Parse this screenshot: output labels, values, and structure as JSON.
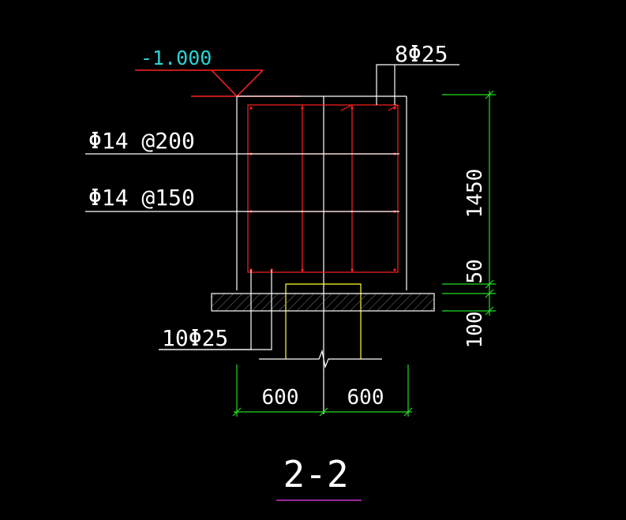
{
  "drawing": {
    "section_title": "2-2",
    "elevation_label": "-1.000",
    "top_rebar_label": "8Φ25",
    "stirrup_label_1": "Φ14 @200",
    "stirrup_label_2": "Φ14 @150",
    "bottom_rebar_label": "10Φ25",
    "dim_height_main": "1450",
    "dim_height_cover": "50",
    "dim_height_bed": "100",
    "dim_width_left": "600",
    "dim_width_right": "600"
  },
  "colors": {
    "background": "#000000",
    "concrete_outline": "#ffffff",
    "rebar": "#ff2020",
    "column": "#ffff33",
    "dimension": "#22dd22",
    "elevation_text": "#29d3d3",
    "title_underline": "#cc33cc"
  }
}
